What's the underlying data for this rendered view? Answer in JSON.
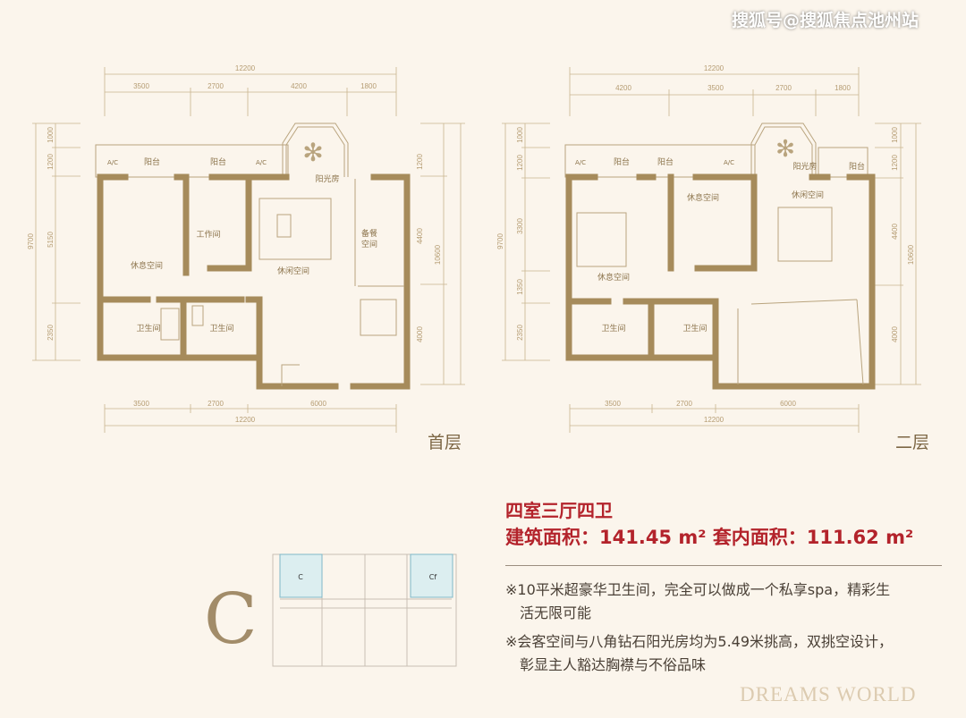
{
  "watermark": "搜狐号@搜狐焦点池州站",
  "floor1": {
    "name": "首层",
    "top_total": "12200",
    "top_dims": [
      "3500",
      "2700",
      "4200",
      "1800"
    ],
    "left_total": "9700",
    "left_dims": [
      "1000",
      "1200",
      "5150",
      "2350"
    ],
    "right_dims": [
      "1200",
      "4400",
      "4000"
    ],
    "right_total": "10600",
    "bottom_dims": [
      "3500",
      "2700",
      "6000"
    ],
    "bottom_total": "12200",
    "rooms": {
      "ac1": "A/C",
      "balcony1": "阳台",
      "balcony2": "阳台",
      "ac2": "A/C",
      "sunroom": "阳光房",
      "study": "工作间",
      "pantry1": "备餐",
      "pantry2": "空间",
      "rest": "休息空间",
      "leisure": "休闲空间",
      "bath1": "卫生间",
      "bath2": "卫生间"
    }
  },
  "floor2": {
    "name": "二层",
    "top_total": "12200",
    "top_dims": [
      "4200",
      "3500",
      "2700",
      "1800"
    ],
    "left_total": "9700",
    "left_dims": [
      "1000",
      "1200",
      "3300",
      "1350",
      "2350"
    ],
    "right_dims": [
      "1000",
      "1200",
      "4400",
      "4000"
    ],
    "right_total": "10600",
    "bottom_dims": [
      "3500",
      "2700",
      "6000"
    ],
    "bottom_total": "12200",
    "rooms": {
      "ac1": "A/C",
      "balcony1": "阳台",
      "balcony2": "阳台",
      "ac2": "A/C",
      "sunroom": "阳光房",
      "balcony3": "阳台",
      "rest1": "休息空间",
      "leisure": "休闲空间",
      "rest2": "休息空间",
      "bath1": "卫生间",
      "bath2": "卫生间"
    }
  },
  "unit": {
    "letter": "C",
    "key_a": "C",
    "key_b": "Cf"
  },
  "info": {
    "layout": "四室三厅四卫",
    "area_line": "建筑面积：141.45 m²   套内面积：111.62 m²",
    "notes": [
      "※10平米超豪华卫生间，完全可以做成一个私享spa，精彩生",
      "活无限可能",
      "※会客空间与八角钻石阳光房均为5.49米挑高，双挑空设计，",
      "彰显主人豁达胸襟与不俗品味"
    ]
  },
  "brand": "DREAMS WORLD",
  "colors": {
    "wall": "#a68b5b",
    "accent": "#b3232b",
    "background": "#fbf5ec"
  }
}
